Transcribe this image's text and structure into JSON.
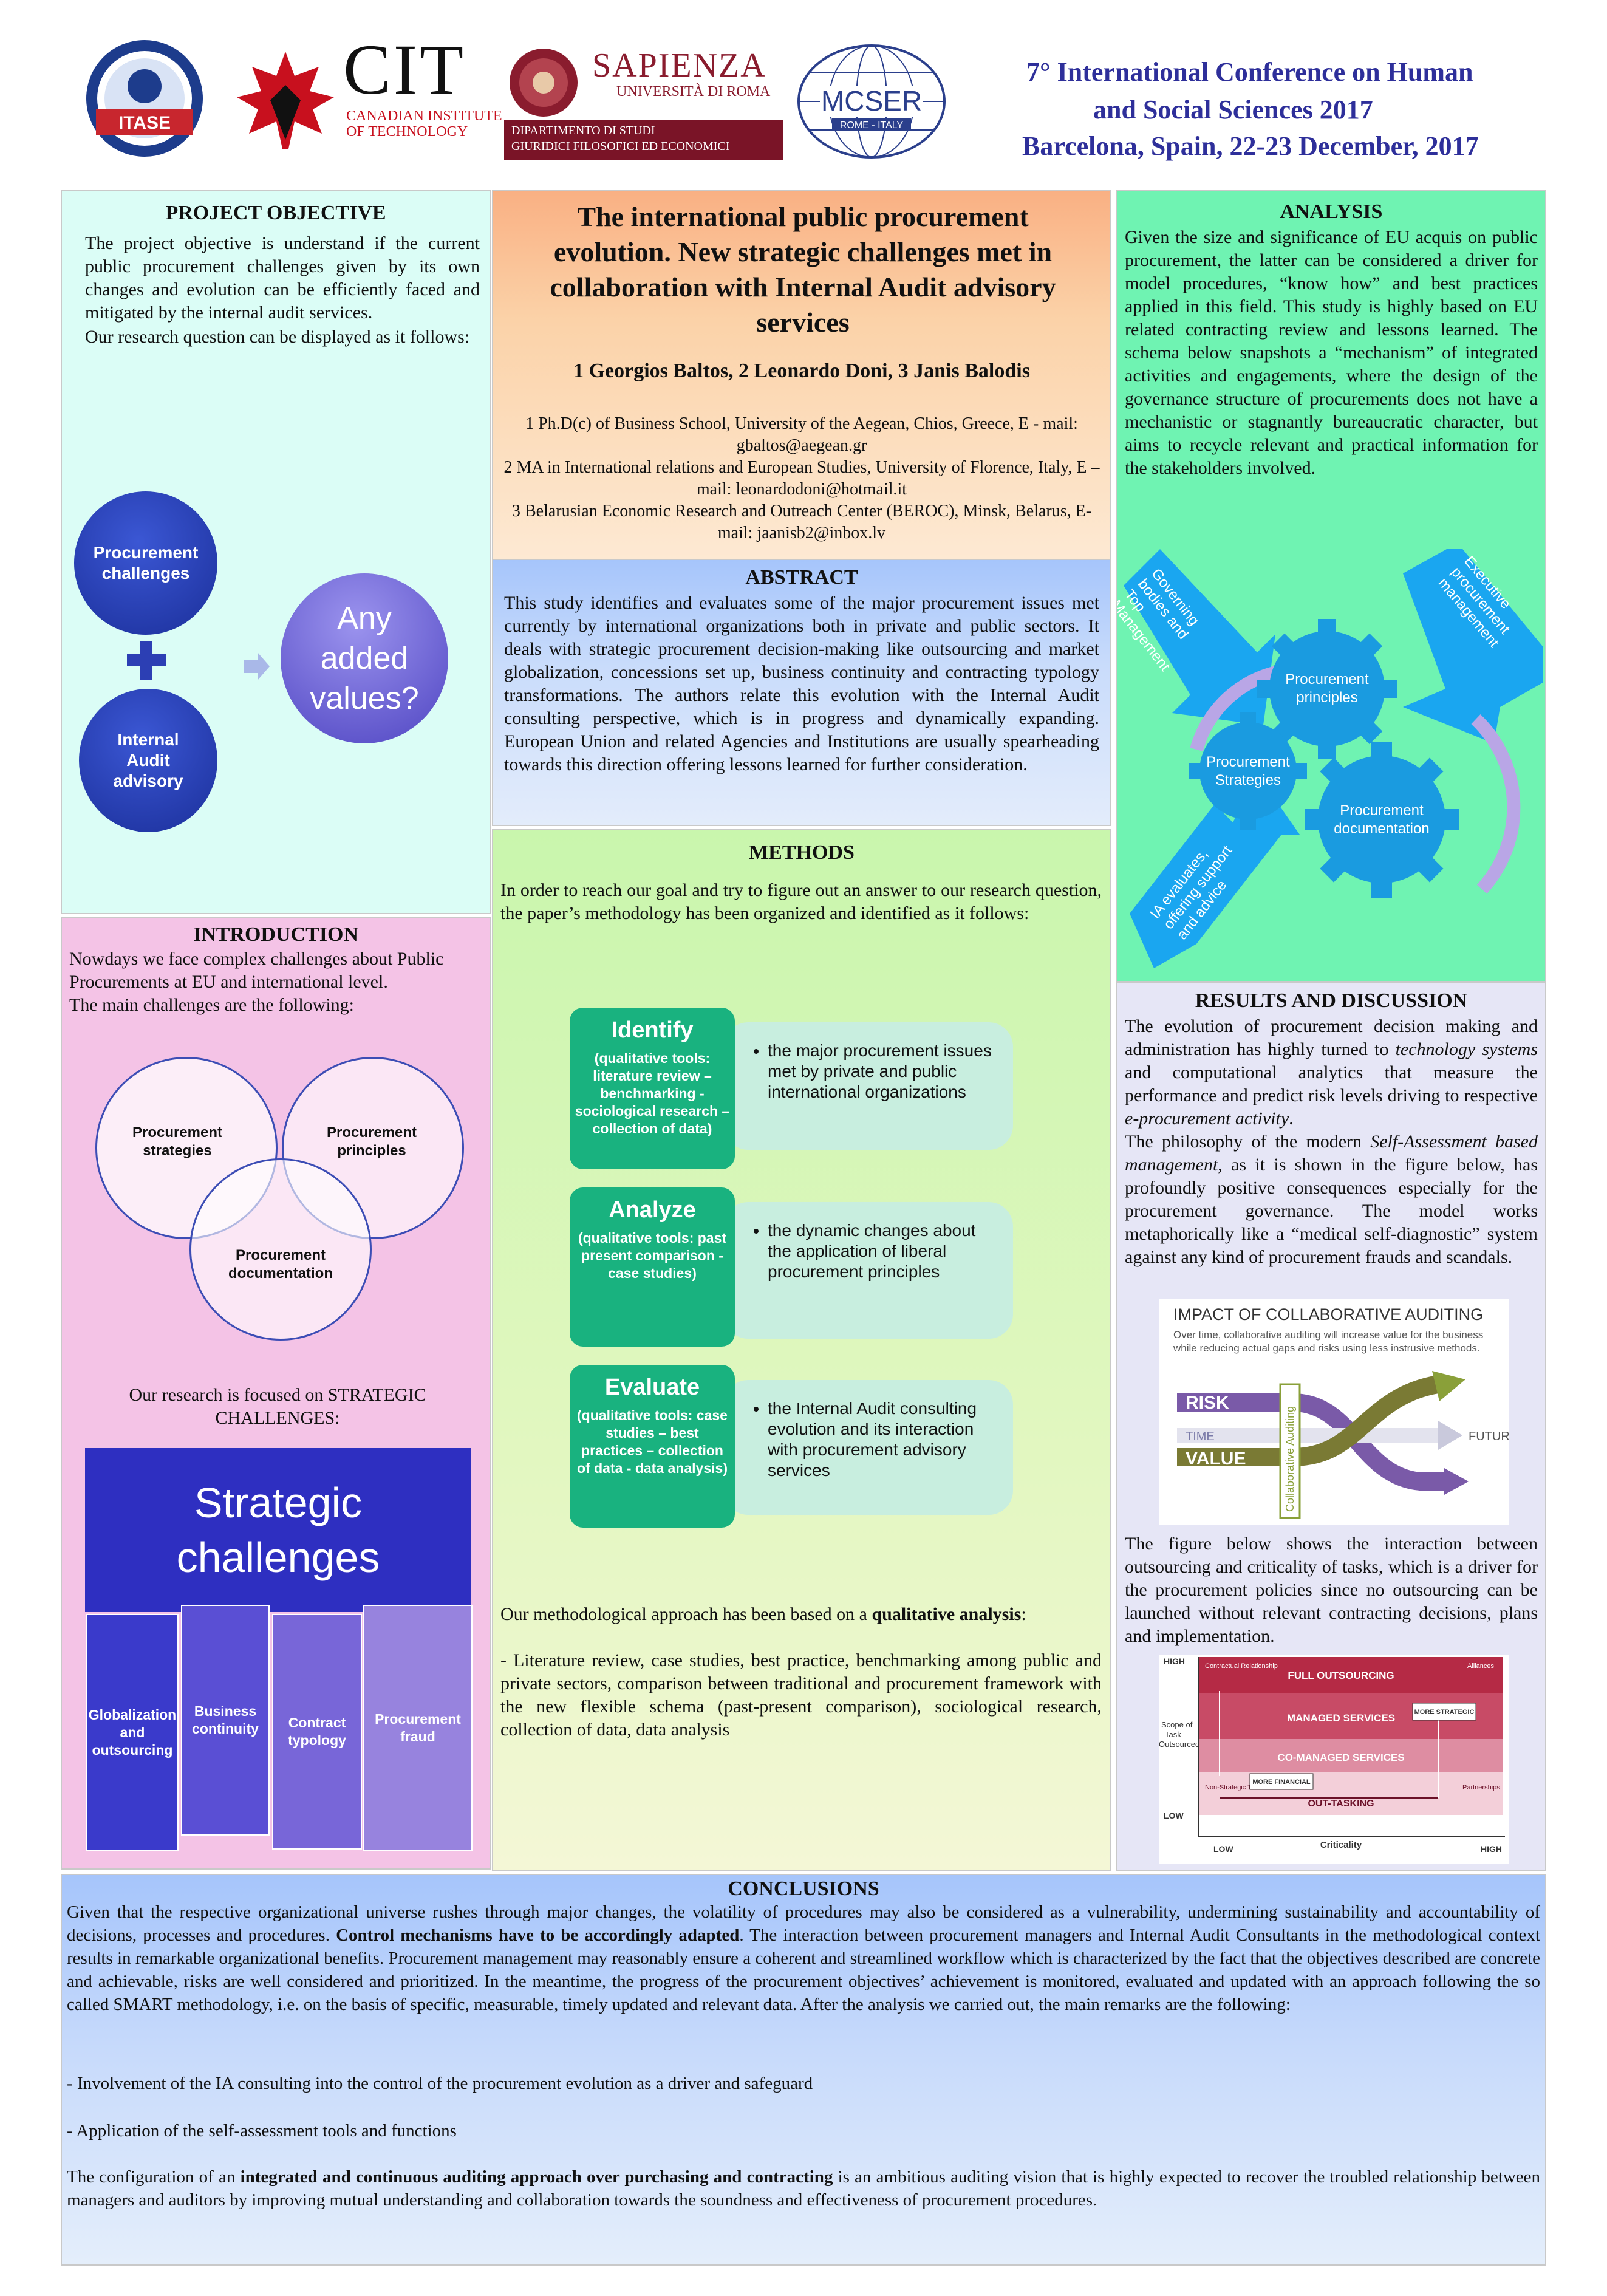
{
  "header": {
    "logos": {
      "itase": "ITASE",
      "cit_big": "CIT",
      "cit_small_1": "CANADIAN INSTITUTE",
      "cit_small_2": "OF TECHNOLOGY",
      "sapienza": "SAPIENZA",
      "sapienza_sub": "UNIVERSITÀ DI ROMA",
      "sapienza_dept_1": "DIPARTIMENTO DI STUDI",
      "sapienza_dept_2": "GIURIDICI FILOSOFICI ED ECONOMICI",
      "mcser": "MCSER",
      "mcser_sub": "ROME - ITALY"
    },
    "conference_line1": "7° International Conference on Human",
    "conference_line2": "and Social Sciences  2017",
    "conference_line3": "Barcelona, Spain, 22-23 December,  2017"
  },
  "project_objective": {
    "title": "PROJECT OBJECTIVE",
    "text": "The project objective is understand if the current public procurement challenges given by its own changes and evolution can be efficiently faced and mitigated by the internal audit services.",
    "text2": "Our research question can be displayed as it follows:",
    "circle1": "Procurement challenges",
    "circle2": "Internal Audit advisory",
    "circle3": "Any added values?"
  },
  "title_block": {
    "title": "The international public procurement evolution. New strategic challenges met in collaboration with Internal Audit advisory services",
    "authors": "1 Georgios Baltos, 2 Leonardo Doni, 3 Janis Balodis",
    "aff1": "1 Ph.D(c) of Business School, University of the Aegean, Chios, Greece, E - mail: gbaltos@aegean.gr",
    "aff2": "2 MA in International relations and European Studies, University of Florence, Italy, E – mail: leonardodoni@hotmail.it",
    "aff3": "3 Belarusian Economic Research and Outreach Center (BEROC), Minsk, Belarus, E-mail: jaanisb2@inbox.lv"
  },
  "abstract": {
    "title": "ABSTRACT",
    "text": "This study identifies and evaluates some of the major procurement issues met currently by international organizations both in private and public sectors. It deals with strategic procurement decision-making like outsourcing and market globalization, concessions set up, business continuity and contracting typology transformations. The authors relate this evolution with the Internal Audit consulting perspective, which is in progress and dynamically expanding. European Union and related Agencies and Institutions are usually spearheading towards this direction offering lessons learned for further consideration."
  },
  "analysis": {
    "title": "ANALYSIS",
    "text": "Given the size and significance of EU acquis on public procurement, the latter can be considered a driver for model procedures, “know how” and best practices applied in this field. This study is highly based on EU related contracting review and lessons learned. The schema below snapshots a “mechanism” of integrated activities and engagements, where the design of the governance structure of procurements does not have a mechanistic or stagnantly bureaucratic character, but aims to recycle relevant and practical information for the stakeholders involved.",
    "arrow1": "Governing bodies and Top Management",
    "arrow2": "Executive procurement management",
    "arrow3": "IA evaluates, offering support and advice",
    "gear1": "Procurement principles",
    "gear2": "Procurement Strategies",
    "gear3": "Procurement documentation"
  },
  "introduction": {
    "title": "INTRODUCTION",
    "text": "Nowdays we face complex challenges about Public Procurements at EU and international level.",
    "text2": "The main challenges are the following:",
    "venn1": "Procurement strategies",
    "venn2": "Procurement principles",
    "venn3": "Procurement documentation",
    "focus": "Our research is focused on STRATEGIC CHALLENGES:",
    "sc_title": "Strategic challenges",
    "sc_items": [
      "Globalization and outsourcing",
      "Business continuity",
      "Contract typology",
      "Procurement fraud"
    ]
  },
  "methods": {
    "title": "METHODS",
    "text": "In order to reach our goal and try to figure out an answer to our research question, the paper’s methodology has been organized and identified as it follows:",
    "steps": [
      {
        "label": "Identify",
        "tools": "(qualitative tools: literature review – benchmarking - sociological research – collection of data)",
        "desc": "the major procurement issues met by private and public international organizations"
      },
      {
        "label": "Analyze",
        "tools": "(qualitative tools: past present comparison - case studies)",
        "desc": "the dynamic changes about the application of liberal procurement principles"
      },
      {
        "label": "Evaluate",
        "tools": "(qualitative tools: case studies – best practices – collection of data - data analysis)",
        "desc": "the Internal Audit consulting evolution and its interaction with procurement advisory services"
      }
    ],
    "approach_pre": "Our methodological approach has been based on a ",
    "approach_bold": "qualitative analysis",
    "approach_post": ":",
    "approach_list": "- Literature review, case studies, best practice, benchmarking among public and private sectors, comparison between traditional and procurement framework  with the new flexible schema (past-present comparison), sociological research, collection of data, data analysis"
  },
  "results": {
    "title": "RESULTS AND DISCUSSION",
    "p1_a": "The evolution of procurement decision making and administration has highly turned to ",
    "p1_i1": "technology systems",
    "p1_b": " and computational analytics that measure the performance and predict risk levels driving to respective ",
    "p1_i2": "e-procurement activity",
    "p1_c": ".",
    "p2_a": "The philosophy of the modern ",
    "p2_i": "Self-Assessment based management",
    "p2_b": ", as it is shown in the figure below, has profoundly positive consequences especially for the procurement governance. The model works metaphorically like a “medical self-diagnostic” system against any kind of procurement frauds and scandals.",
    "fig1_title": "IMPACT OF COLLABORATIVE AUDITING",
    "fig1_sub": "Over time, collaborative auditing will increase value for the business while reducing actual gaps and risks using less instrusive methods.",
    "fig1_risk": "RISK",
    "fig1_time": "TIME",
    "fig1_value": "VALUE",
    "fig1_future": "FUTURE",
    "fig1_vertical": "Collaborative Auditing",
    "p3": "The figure below shows the interaction between outsourcing and criticality of tasks, which is a driver for the procurement policies since no outsourcing can be launched without relevant contracting decisions, plans and implementation.",
    "fig2": {
      "high": "HIGH",
      "low": "LOW",
      "yaxis": "Scope of Task Outsourced",
      "xaxis": "Criticality",
      "xlow": "LOW",
      "xhigh": "HIGH",
      "full": "FULL OUTSOURCING",
      "managed": "MANAGED SERVICES",
      "comanaged": "CO-MANAGED SERVICES",
      "outtasking": "OUT-TASKING",
      "contractual": "Contractual Relationship",
      "alliances": "Alliances",
      "nonstrategic": "Non-Strategic Transactions",
      "partnerships": "Partnerships",
      "more_strategic": "MORE STRATEGIC",
      "more_financial": "MORE FINANCIAL"
    }
  },
  "conclusions": {
    "title": "CONCLUSIONS",
    "p1_a": "Given that the respective organizational universe rushes through major changes, the volatility of procedures may also be considered as a vulnerability, undermining sustainability and accountability of decisions, processes and procedures. ",
    "p1_bold": "Control mechanisms have to be accordingly adapted",
    "p1_b": ". The interaction between procurement managers and Internal Audit Consultants in the methodological context results in remarkable organizational benefits. Procurement management may reasonably ensure a coherent and streamlined workflow which is characterized by the fact that the objectives described are concrete and achievable, risks are well considered and prioritized. In the meantime, the progress of the procurement objectives’ achievement is monitored, evaluated and updated with an approach following the so called SMART methodology, i.e. on the basis of specific, measurable, timely updated and relevant data. After the analysis we carried out, the main remarks are the following:",
    "bullet1": "-   Involvement of the IA consulting into the control of the procurement evolution as a driver and safeguard",
    "bullet2": "-   Application of the self-assessment tools and functions",
    "p2_a": "The configuration of an ",
    "p2_bold": "integrated and continuous auditing approach over purchasing and contracting",
    "p2_b": " is an ambitious auditing vision that is highly expected to recover the troubled relationship between managers and auditors by improving mutual understanding and collaboration towards the soundness and effectiveness of procurement procedures."
  }
}
